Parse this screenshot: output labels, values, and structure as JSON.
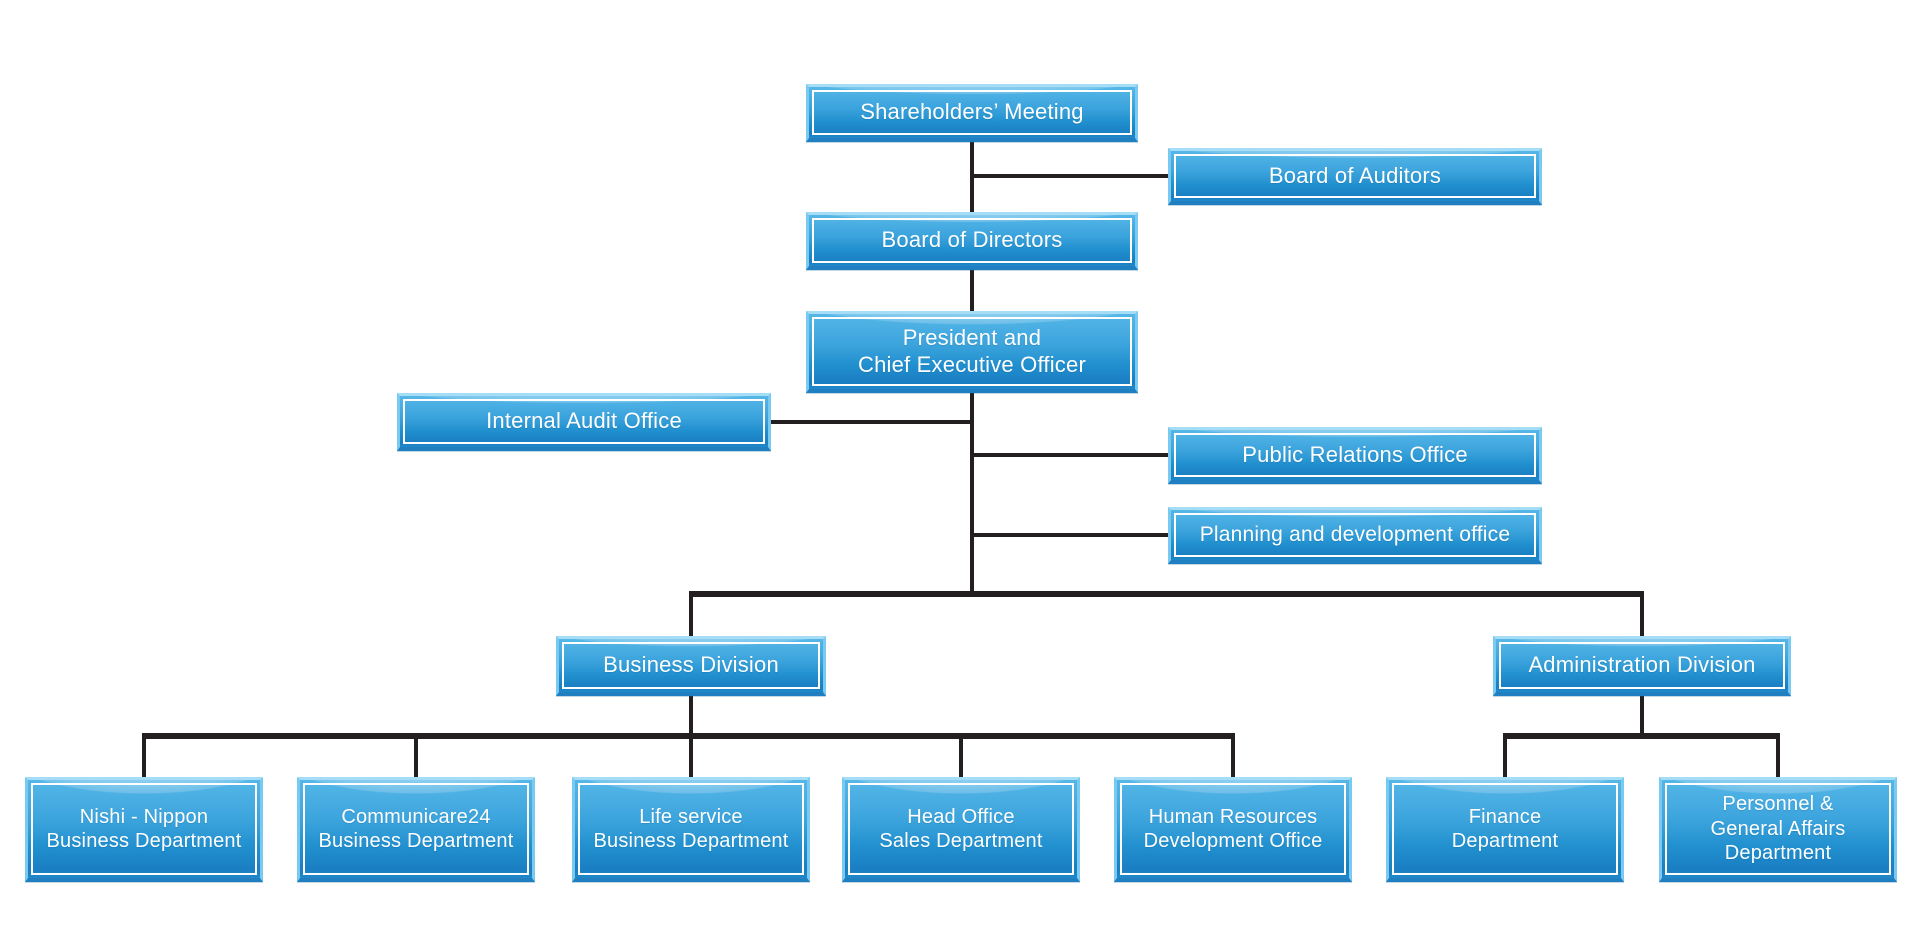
{
  "diagram_type": "org-chart",
  "colors": {
    "box_border_light": "#a6ddf6",
    "box_border_side": "#79c9f0",
    "box_border_bottom": "#1f7fc0",
    "box_gradient_top": "#55b7e8",
    "box_gradient_bottom": "#1a7ec2",
    "inner_border": "#ffffff",
    "text": "#ffffff",
    "line": "#231f20",
    "background": "#ffffff"
  },
  "nodes": {
    "shareholders_meeting": {
      "label": "Shareholders’ Meeting"
    },
    "board_of_auditors": {
      "label": "Board of Auditors"
    },
    "board_of_directors": {
      "label": "Board of Directors"
    },
    "president_ceo": {
      "label": "President and\nChief Executive Officer"
    },
    "internal_audit_office": {
      "label": "Internal Audit Office"
    },
    "public_relations_office": {
      "label": "Public Relations Office"
    },
    "planning_development_office": {
      "label": "Planning and development office"
    },
    "business_division": {
      "label": "Business Division"
    },
    "administration_division": {
      "label": "Administration Division"
    },
    "nishi_nippon": {
      "label": "Nishi - Nippon\nBusiness Department"
    },
    "communicare24": {
      "label": "Communicare24\nBusiness Department"
    },
    "life_service": {
      "label": "Life service\nBusiness Department"
    },
    "head_office_sales": {
      "label": "Head Office\nSales Department"
    },
    "hr_development": {
      "label": "Human Resources\nDevelopment Office"
    },
    "finance_department": {
      "label": "Finance\nDepartment"
    },
    "personnel_general_affairs": {
      "label": "Personnel &\nGeneral Affairs\nDepartment"
    }
  },
  "hierarchy_note": "Shareholders’ Meeting > Board of Directors > President and CEO; auditors attached to shareholders; internal audit, PR, planning attached to president; divisions: Business (5 departments), Administration (2 departments)"
}
